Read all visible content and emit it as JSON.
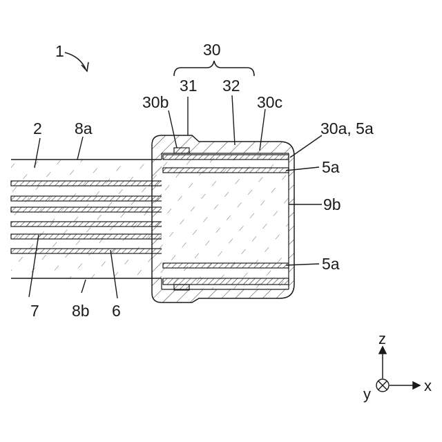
{
  "labels": {
    "ref_1": "1",
    "ref_2": "2",
    "ref_8a": "8a",
    "ref_7": "7",
    "ref_8b": "8b",
    "ref_6": "6",
    "ref_30": "30",
    "ref_31": "31",
    "ref_32": "32",
    "ref_30b": "30b",
    "ref_30c": "30c",
    "ref_30a_5a": "30a, 5a",
    "ref_5a_upper": "5a",
    "ref_9b": "9b",
    "ref_5a_lower": "5a"
  },
  "axes": {
    "z": "z",
    "y": "y",
    "x": "x"
  }
}
